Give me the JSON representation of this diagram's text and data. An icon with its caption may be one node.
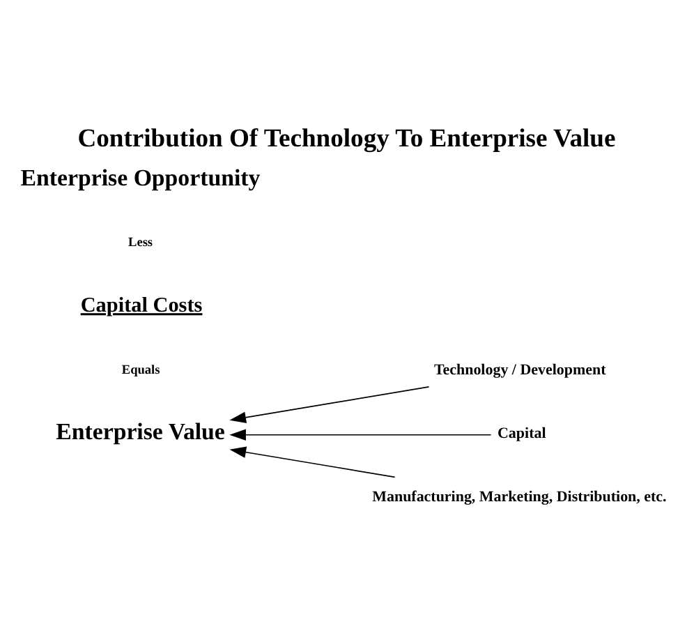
{
  "diagram": {
    "title": "Contribution Of Technology To Enterprise Value",
    "nodes": [
      {
        "text": [
          "Enterprise Value"
        ]
      },
      {
        "text": [
          "Technology / Development"
        ]
      },
      {
        "text": [
          "Capital"
        ]
      },
      {
        "text": [
          "Manufacturing, Marketing, Distribution, etc."
        ]
      }
    ],
    "edges": [
      {
        "from": 1,
        "to": 0,
        "arrow": "to"
      },
      {
        "from": 2,
        "to": 0,
        "arrow": "to"
      },
      {
        "from": 3,
        "to": 0,
        "arrow": "to"
      }
    ],
    "labels": [
      "Enterprise Opportunity",
      "Less",
      "Capital Costs",
      "Equals"
    ]
  }
}
